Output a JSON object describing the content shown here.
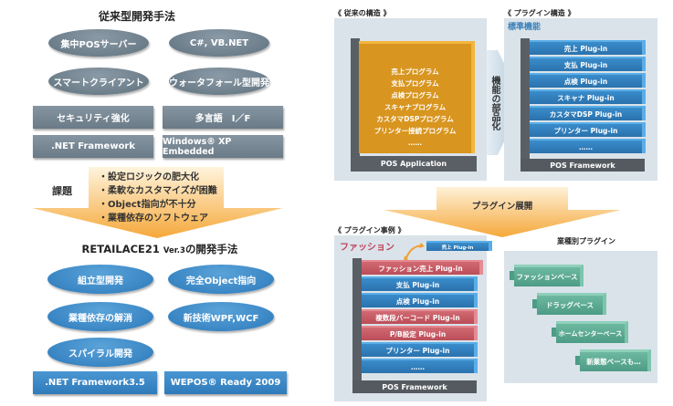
{
  "left": {
    "legacy_title": "従来型開発手法",
    "legacy_ellipses": [
      "集中POSサーバー",
      "C#, VB.NET",
      "スマートクライアント",
      "ウォータフォール型開発"
    ],
    "legacy_rects": [
      "セキュリティ強化",
      "多言語　I／F",
      ".NET Framework",
      "Windows® XP Embedded"
    ],
    "issues_label": "課題",
    "issues": [
      "・設定ロジックの肥大化",
      "・柔軟なカスタマイズが困難",
      "・Object指向が不十分",
      "・業種依存のソフトウェア"
    ],
    "new_title_main": "RETAILACE21 ",
    "new_title_ver": "Ver.3",
    "new_title_suffix": "の開発手法",
    "new_ellipses": [
      "組立型開発",
      "完全Object指向",
      "業種依存の解消",
      "新技術WPF,WCF",
      "スパイラル開発"
    ],
    "new_rects": [
      ".NET Framework3.5",
      "WEPOS® Ready 2009"
    ]
  },
  "right": {
    "legacy_structure": {
      "header": "《 従来の構造 》",
      "programs": [
        "売上プログラム",
        "支払プログラム",
        "点検プログラム",
        "スキャナプログラム",
        "カスタマDSPプログラム",
        "プリンター接続プログラム",
        "……"
      ],
      "base": "POS Application"
    },
    "arrow_label": "機能の部品化",
    "plugin_structure": {
      "header": "《 プラグイン構造 》",
      "subheader": "標準機能",
      "plugins": [
        "売上 Plug-in",
        "支払 Plug-in",
        "点検 Plug-in",
        "スキャナ Plug-in",
        "カスタマDSP Plug-in",
        "プリンター Plug-in",
        "……"
      ],
      "base": "POS Framework"
    },
    "expansion_label": "プラグイン展開",
    "plugin_example": {
      "header": "《 プラグイン事例 》",
      "subheader": "ファッション",
      "replaced": "売上 Plug-in",
      "plugins": [
        {
          "label": "ファッション売上 Plug-in",
          "kind": "red"
        },
        {
          "label": "支払 Plug-in",
          "kind": "blue"
        },
        {
          "label": "点検 Plug-in",
          "kind": "blue"
        },
        {
          "label": "複数段バーコード Plug-in",
          "kind": "red"
        },
        {
          "label": "P/B設定 Plug-in",
          "kind": "red"
        },
        {
          "label": "プリンター Plug-in",
          "kind": "blue"
        },
        {
          "label": "……",
          "kind": "blue"
        }
      ],
      "base": "POS Framework"
    },
    "industry": {
      "header": "業種別プラグイン",
      "items": [
        "ファッションベース",
        "ドラッグベース",
        "ホームセンターベース",
        "新業態ベースも…"
      ]
    }
  },
  "colors": {
    "gray_shape": "#6d7e8b",
    "blue_shape": "#3a86c4",
    "orange_arrow": "#f7b84a",
    "legacy_block": "#d9961f",
    "plugin_blue": "#2f7bbb",
    "plugin_red": "#c0525d",
    "industry_green": "#5aa890",
    "panel_bg": "#dae3ea"
  }
}
